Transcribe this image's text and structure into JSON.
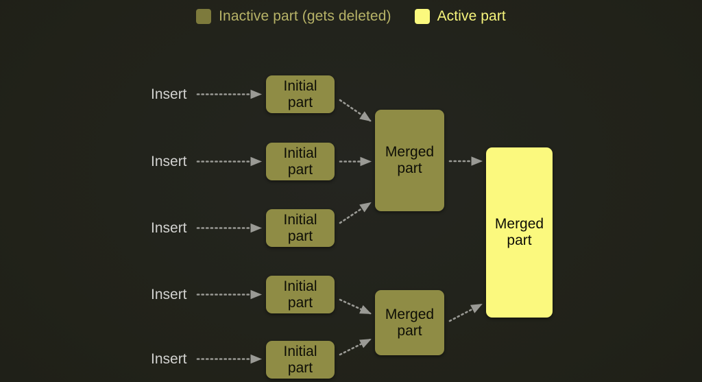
{
  "legend": {
    "items": [
      {
        "label": "Inactive part (gets deleted)",
        "swatch_name": "inactive-swatch",
        "color": "#7d7a3c"
      },
      {
        "label": "Active part",
        "swatch_name": "active-swatch",
        "color": "#fbf97e"
      }
    ]
  },
  "diagram": {
    "background_color": "#20211c",
    "inactive_node_color": "#8f8c45",
    "active_node_color": "#fbf97e",
    "arrow_color": "#9a9a95",
    "insert_label_color": "#d2d2d0",
    "inserts": [
      {
        "label": "Insert"
      },
      {
        "label": "Insert"
      },
      {
        "label": "Insert"
      },
      {
        "label": "Insert"
      },
      {
        "label": "Insert"
      }
    ],
    "initial_parts": [
      {
        "line1": "Initial",
        "line2": "part"
      },
      {
        "line1": "Initial",
        "line2": "part"
      },
      {
        "line1": "Initial",
        "line2": "part"
      },
      {
        "line1": "Initial",
        "line2": "part"
      },
      {
        "line1": "Initial",
        "line2": "part"
      }
    ],
    "merged_top": {
      "line1": "Merged",
      "line2": "part"
    },
    "merged_bottom": {
      "line1": "Merged",
      "line2": "part"
    },
    "merged_final": {
      "line1": "Merged",
      "line2": "part"
    }
  }
}
